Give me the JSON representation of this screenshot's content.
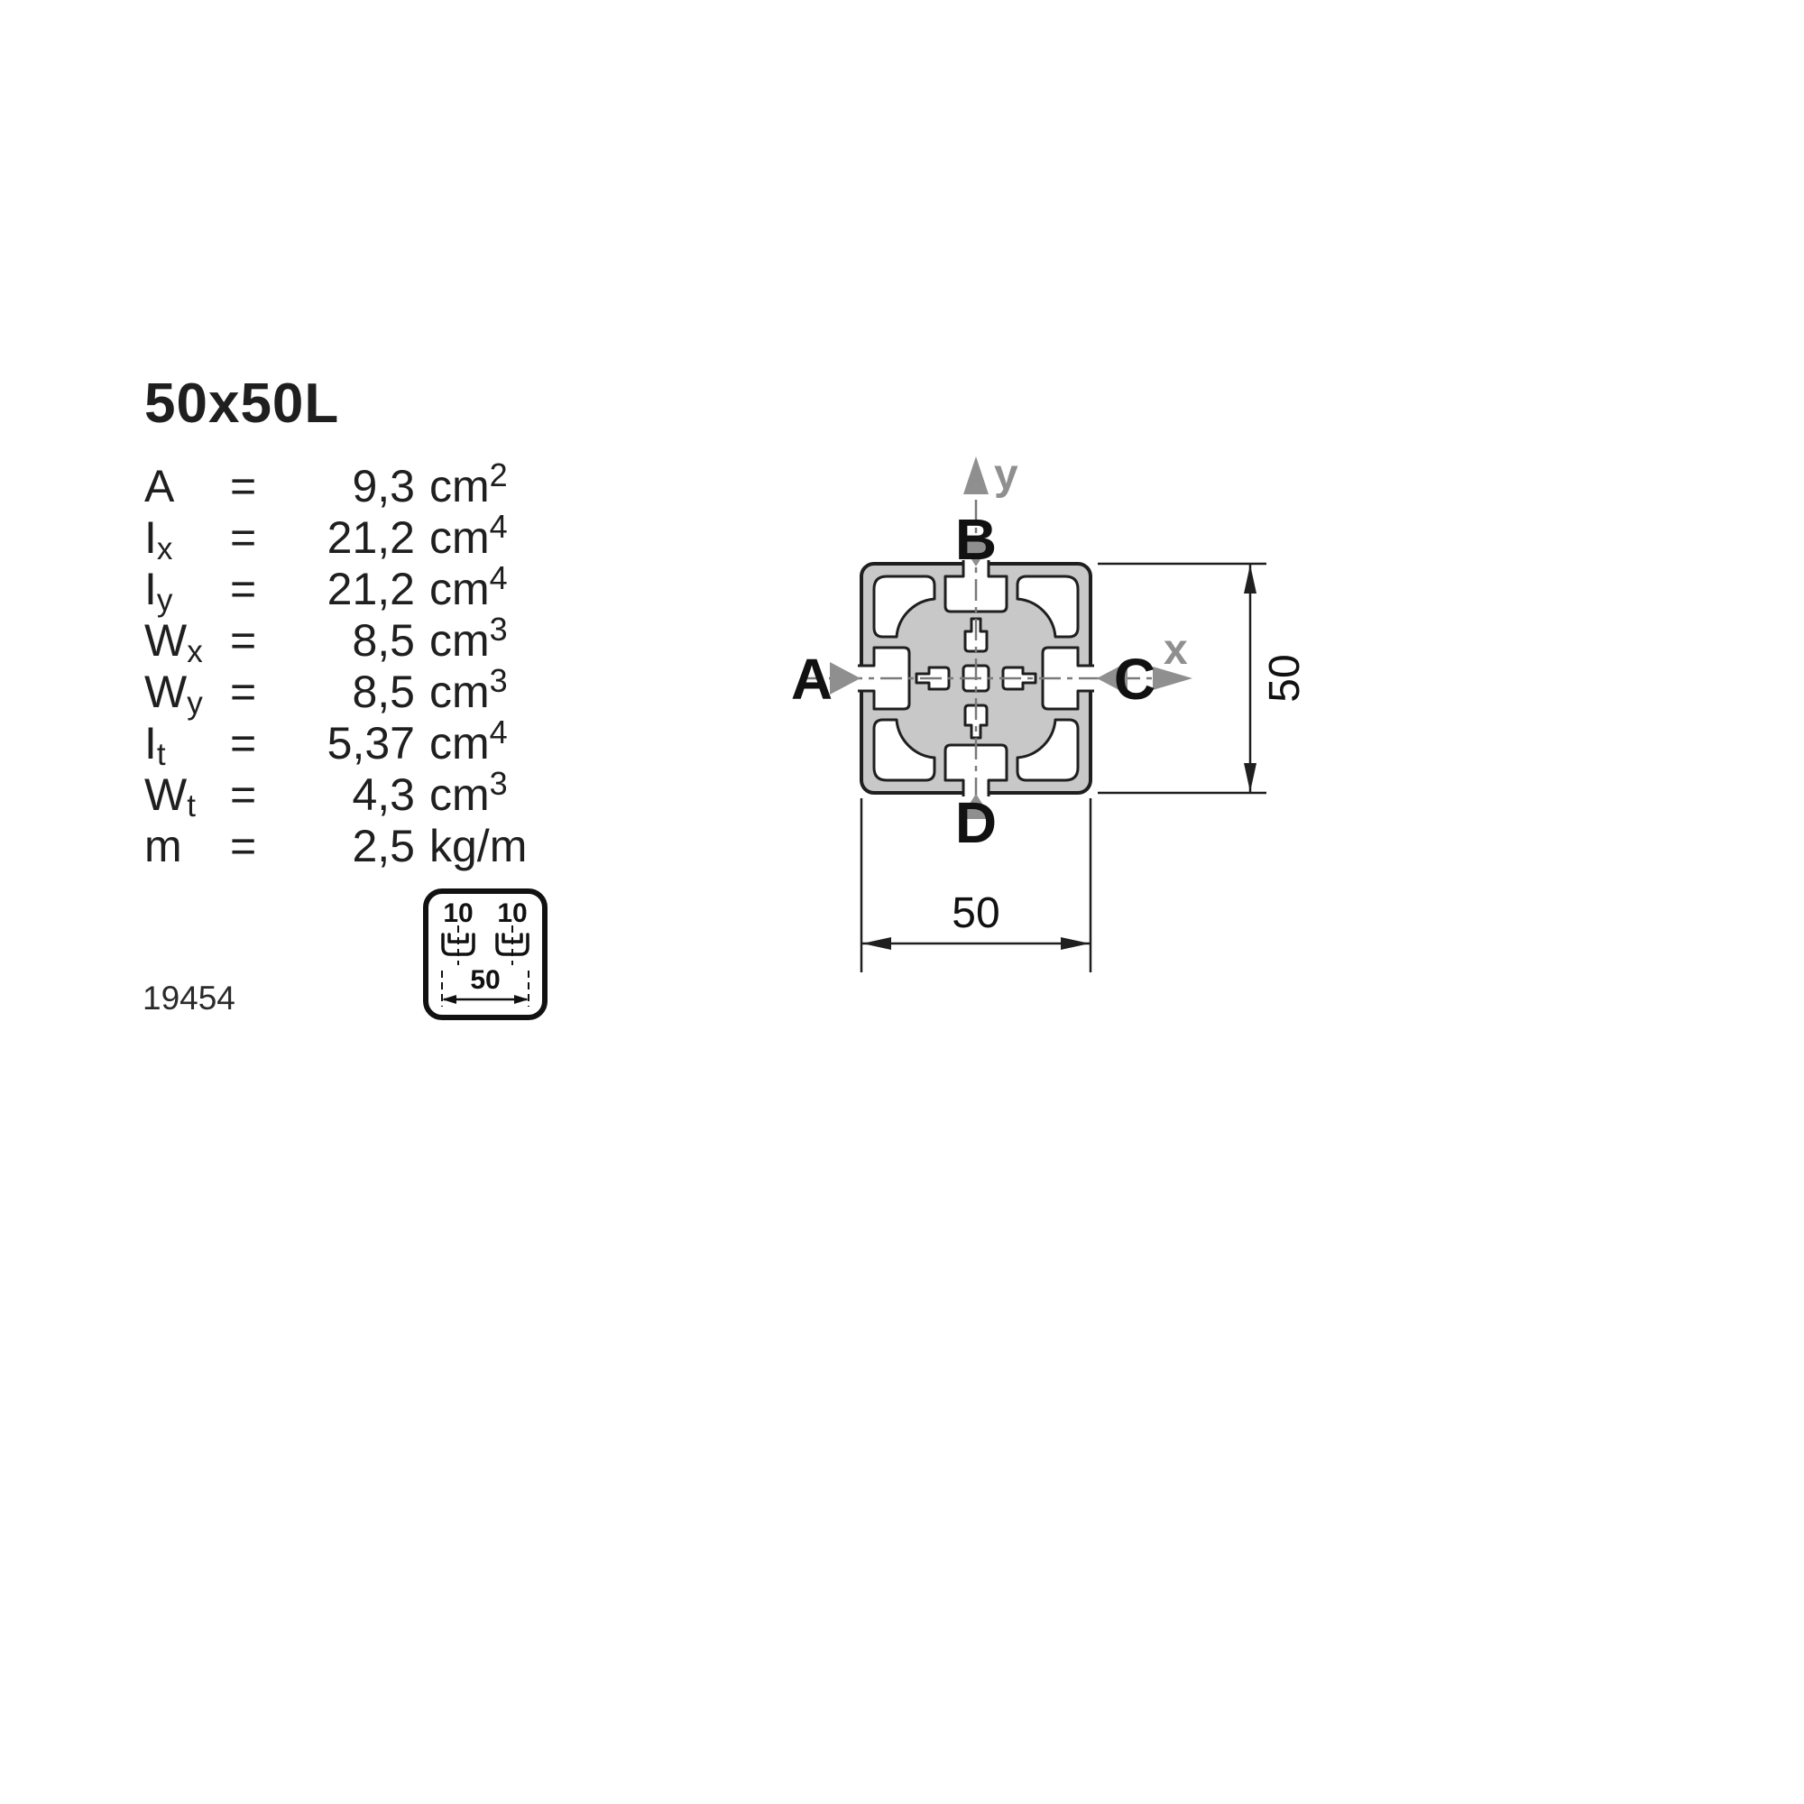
{
  "title": "50x50L",
  "equals_sign": "=",
  "specs": [
    {
      "symbol": "A",
      "sub": "",
      "value": "9,3",
      "unit": "cm",
      "exp": "2"
    },
    {
      "symbol": "I",
      "sub": "x",
      "value": "21,2",
      "unit": "cm",
      "exp": "4"
    },
    {
      "symbol": "I",
      "sub": "y",
      "value": "21,2",
      "unit": "cm",
      "exp": "4"
    },
    {
      "symbol": "W",
      "sub": "x",
      "value": "8,5",
      "unit": "cm",
      "exp": "3"
    },
    {
      "symbol": "W",
      "sub": "y",
      "value": "8,5",
      "unit": "cm",
      "exp": "3"
    },
    {
      "symbol": "I",
      "sub": "t",
      "value": "5,37",
      "unit": "cm",
      "exp": "4"
    },
    {
      "symbol": "W",
      "sub": "t",
      "value": "4,3",
      "unit": "cm",
      "exp": "3"
    },
    {
      "symbol": "m",
      "sub": "",
      "value": "2,5",
      "unit": "kg/m",
      "exp": ""
    }
  ],
  "badge": {
    "slot_left": "10",
    "slot_right": "10",
    "total_width": "50"
  },
  "drawing_number": "19454",
  "diagram": {
    "side_labels": {
      "left": "A",
      "top": "B",
      "right": "C",
      "bottom": "D"
    },
    "axis_labels": {
      "x": "x",
      "y": "y"
    },
    "dimensions": {
      "width": "50",
      "height": "50"
    },
    "colors": {
      "profile_fill": "#c8c8c8",
      "outline": "#1f1f1f",
      "arrow_gray": "#8f8f8f"
    }
  }
}
